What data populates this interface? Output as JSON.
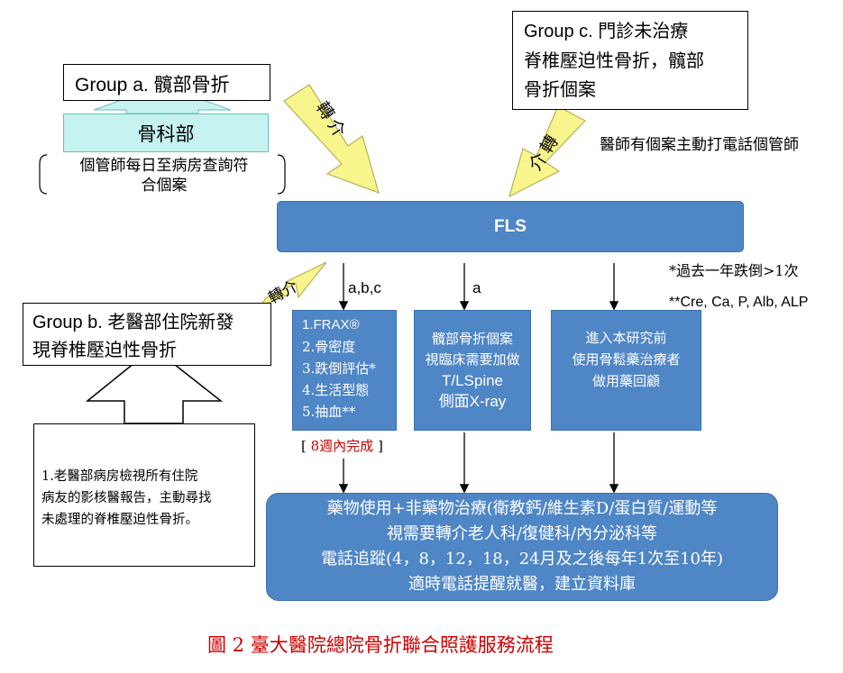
{
  "group_a": {
    "title": "Group a. 髖部骨折",
    "dept": "骨科部",
    "note_lines": [
      "個管師每日至病房查詢符",
      "合個案"
    ]
  },
  "group_c": {
    "title_lines": [
      "Group c.  門診未治療",
      "脊椎壓迫性骨折，髖部",
      "骨折個案"
    ],
    "note": "醫師有個案主動打電話個管師"
  },
  "group_b": {
    "title_lines": [
      "Group b. 老醫部住院新發",
      "現脊椎壓迫性骨折"
    ],
    "note_lines": [
      "1.老醫部病房檢視所有住院",
      "病友的影核醫報告，主動尋找",
      "未處理的脊椎壓迫性骨折。"
    ]
  },
  "arrows": {
    "referral_a": "轉介",
    "referral_c": "介轉",
    "referral_b": "轉介"
  },
  "fls": {
    "label": "FLS"
  },
  "branch_labels": {
    "abc": "a,b,c",
    "a": "a"
  },
  "footnotes": {
    "fall": "*過去一年跌倒>1次",
    "labs": "**Cre, Ca, P, Alb, ALP"
  },
  "box1": {
    "items": [
      "1.FRAX®",
      "2.骨密度",
      "3.跌倒評估*",
      "4.生活型態",
      "5.抽血**"
    ],
    "deadline": "8週內完成"
  },
  "box2": {
    "lines": [
      "髖部骨折個案",
      "視臨床需要加做",
      "T/LSpine",
      "側面X-ray"
    ]
  },
  "box3": {
    "lines": [
      "進入本研究前",
      "使用骨鬆藥治療者",
      "做用藥回顧"
    ]
  },
  "bottom": {
    "lines": [
      "藥物使用+非藥物治療(衛教鈣/維生素D/蛋白質/運動等",
      "視需要轉介老人科/復健科/內分泌科等",
      "電話追蹤(4，8，12，18，24月及之後每年1次至10年)",
      "適時電話提醒就醫，建立資料庫"
    ]
  },
  "caption": "圖 2  臺大醫院總院骨折聯合照護服務流程",
  "colors": {
    "box_blue": "#4f86c6",
    "light_cyan": "#c6f2f0",
    "arrow_yellow": "#f7f58c",
    "caption_red": "#cc0000"
  }
}
